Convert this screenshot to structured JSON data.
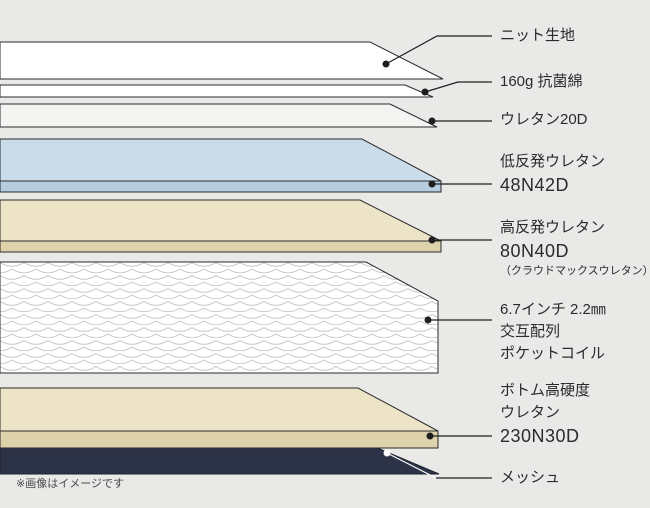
{
  "layers": [
    {
      "id": "knit-fabric",
      "label": "ニット生地",
      "color": "#ffffff"
    },
    {
      "id": "antibacterial-cotton",
      "label": "160g 抗菌綿",
      "color": "#ffffff"
    },
    {
      "id": "urethane-20d",
      "label": "ウレタン20D",
      "color": "#f4f4f2"
    },
    {
      "id": "low-resilience-urethane",
      "label": "低反発ウレタン",
      "spec": "48N42D",
      "color": "#cadcea"
    },
    {
      "id": "high-resilience-urethane",
      "label": "高反発ウレタン",
      "spec": "80N40D",
      "sub_label": "（クラウドマックスウレタン）",
      "color": "#ede4c7"
    },
    {
      "id": "pocket-coil",
      "label": "6.7インチ 2.2㎜",
      "label_line2": "交互配列",
      "label_line3": "ポケットコイル",
      "color": "#ffffff"
    },
    {
      "id": "bottom-urethane",
      "label": "ボトム高硬度",
      "label_line2": "ウレタン",
      "spec": "230N30D",
      "color": "#ede4c7"
    },
    {
      "id": "mesh",
      "label": "メッシュ",
      "color": "#2c3347"
    }
  ],
  "footnote": "※画像はイメージです",
  "colors": {
    "background": "#e9e9e7",
    "outline": "#2b2b2b",
    "leader_line": "#1e1e1e",
    "blue_edge": "#b5cddf",
    "cream_edge": "#ded2ab",
    "scallop_stroke": "#c6c6c3"
  }
}
